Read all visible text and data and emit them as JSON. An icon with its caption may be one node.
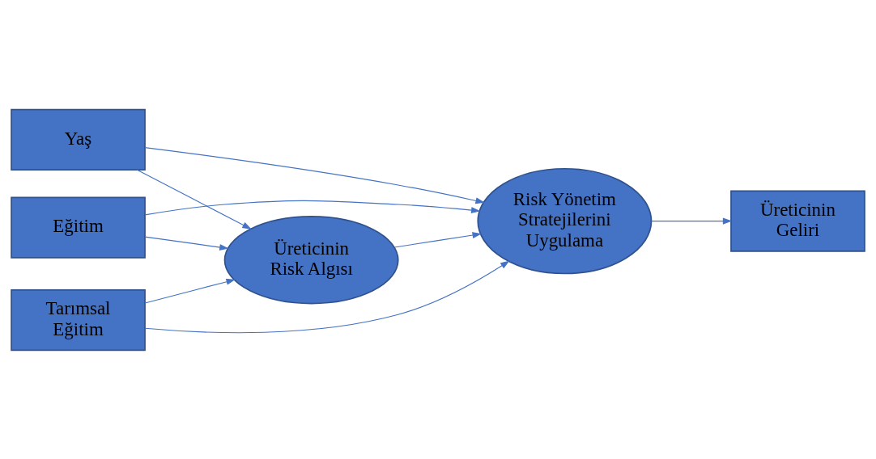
{
  "diagram": {
    "nodes": [
      {
        "text": [
          "Risk Yönetim Stratejilerini Uygulama"
        ]
      },
      {
        "text": [
          "Yaş"
        ]
      },
      {
        "text": [
          "Eğitim"
        ]
      },
      {
        "text": [
          "Tarımsal Eğitim"
        ]
      },
      {
        "text": [
          "Üreticinin Geliri"
        ]
      },
      {
        "text": [
          "Üreticinin Risk Algısı"
        ]
      }
    ],
    "edges": [
      {
        "from": 1,
        "to": 0,
        "arrow": "to"
      },
      {
        "from": 1,
        "to": 5,
        "arrow": "to"
      },
      {
        "from": 2,
        "to": 0,
        "arrow": "to"
      },
      {
        "from": 2,
        "to": 5,
        "arrow": "to"
      },
      {
        "from": 3,
        "to": 0,
        "arrow": "to"
      },
      {
        "from": 3,
        "to": 5,
        "arrow": "to"
      },
      {
        "from": 5,
        "to": 0,
        "arrow": "to"
      },
      {
        "from": 0,
        "to": 4,
        "arrow": "to"
      }
    ]
  }
}
